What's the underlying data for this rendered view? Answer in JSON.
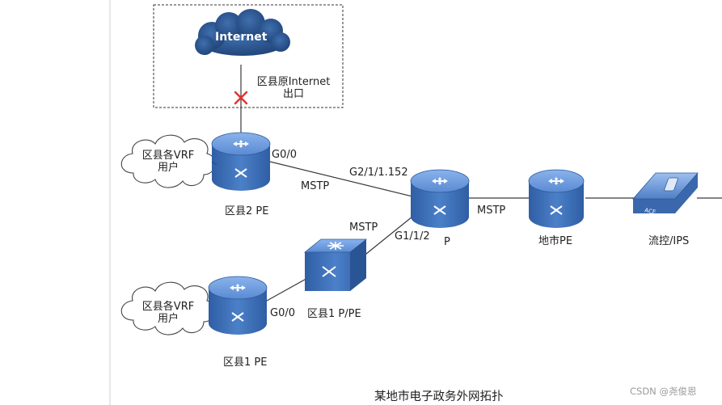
{
  "diagram": {
    "title": "某地市电子政务外网拓扑",
    "watermark": "CSDN @尧俊恩",
    "nodes": {
      "internet": "Internet",
      "legacy_exit": [
        "区县原Internet",
        "出口"
      ],
      "vrf_cloud_top": [
        "区县各VRF",
        "用户"
      ],
      "vrf_cloud_bottom": [
        "区县各VRF",
        "用户"
      ],
      "county2_pe": "区县2 PE",
      "county1_pe": "区县1 PE",
      "county1_ppe": "区县1 P/PE",
      "p_router": "P",
      "city_pe": "地市PE",
      "flow_ips": "流控/IPS",
      "ace_device_text": "ACE"
    },
    "ports": {
      "county2_uplink": "G0/0",
      "p_from_county2": "G2/1/1.152",
      "p_from_county1": "G1/1/2",
      "county1_uplink": "G0/0"
    },
    "links": {
      "county2_to_p": "MSTP",
      "county1_to_p": "MSTP",
      "p_to_city": "MSTP"
    },
    "colors": {
      "router_body": "#3f72b8",
      "router_top": "#6c9be0",
      "cut_mark": "#e0332e",
      "link_line": "#3a3a3a"
    }
  }
}
